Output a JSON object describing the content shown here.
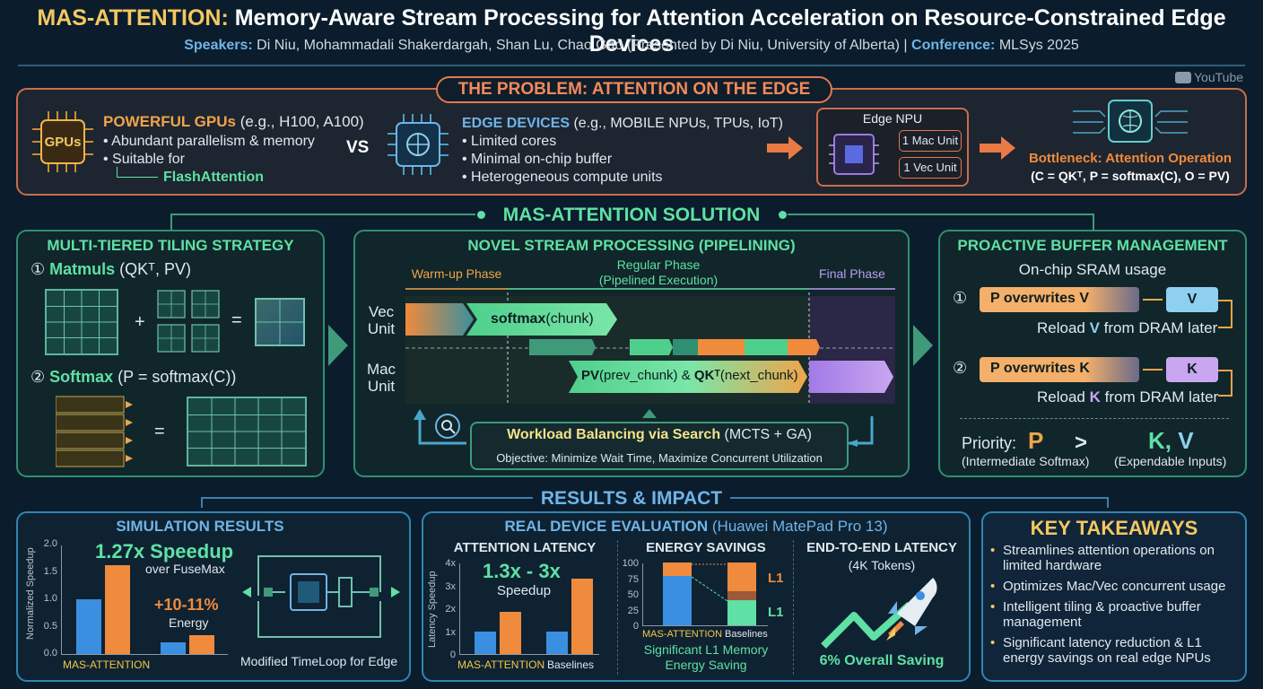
{
  "header": {
    "title_highlight": "MAS-ATTENTION:",
    "title_rest": " Memory-Aware Stream Processing for Attention Acceleration on Resource-Constrained Edge Devices",
    "speakers_label": "Speakers:",
    "speakers": " Di Niu, Mohammadali Shakerdargah, Shan Lu, Chao Gao (Presented by Di Niu, University of Alberta) | ",
    "conference_label": "Conference:",
    "conference": " MLSys 2025",
    "youtube": "YouTube"
  },
  "problem": {
    "title": "THE PROBLEM: ATTENTION ON THE EDGE",
    "gpu_chip": "GPUs",
    "gpu_title": "POWERFUL GPUs",
    "gpu_eg": " (e.g., H100, A100)",
    "gpu_points": [
      "• Abundant parallelism & memory",
      "• Suitable for"
    ],
    "flash": "FlashAttention",
    "vs": "VS",
    "edge_title": "EDGE DEVICES",
    "edge_eg": " (e.g., MOBILE NPUs, TPUs, IoT)",
    "edge_points": [
      "• Limited cores",
      "• Minimal on-chip buffer",
      "• Heterogeneous compute units"
    ],
    "npu_title": "Edge NPU",
    "mac_unit": "1 Mac Unit",
    "vec_unit": "1 Vec Unit",
    "bottleneck": "Bottleneck: Attention Operation",
    "formula": "(C = QKᵀ, P = softmax(C), O = PV)"
  },
  "solution": {
    "title": "MAS-ATTENTION SOLUTION",
    "tiling": {
      "title": "MULTI-TIERED TILING STRATEGY",
      "item1_num": "①",
      "item1": "Matmuls",
      "item1_args": " (QKᵀ, PV)",
      "item2_num": "②",
      "item2": "Softmax",
      "item2_args": " (P = softmax(C))",
      "plus": "+",
      "eq": "="
    },
    "stream": {
      "title": "NOVEL STREAM PROCESSING (PIPELINING)",
      "warmup": "Warm-up Phase",
      "regular": "Regular Phase",
      "regular_sub": "(Pipelined Execution)",
      "final": "Final Phase",
      "vec_unit": [
        "Vec",
        "Unit"
      ],
      "mac_unit": [
        "Mac",
        "Unit"
      ],
      "softmax_bold": "softmax",
      "softmax_rest": "(chunk)",
      "pv_bold": "PV",
      "pv_rest": "(prev_chunk) & ",
      "qk_bold": "QKᵀ",
      "qk_rest": "(next_chunk)",
      "balance_bold": "Workload Balancing via Search",
      "balance_rest": " (MCTS + GA)",
      "objective": "Objective: Minimize Wait Time, Maximize Concurrent Utilization"
    },
    "buffer": {
      "title": "PROACTIVE BUFFER MANAGEMENT",
      "subtitle": "On-chip SRAM usage",
      "n1": "①",
      "p1": "P overwrites V",
      "v": "V",
      "reload1_a": "Reload ",
      "reload1_b": "V",
      "reload1_c": " from DRAM later",
      "n2": "②",
      "p2": "P overwrites K",
      "k": "K",
      "reload2_a": "Reload ",
      "reload2_b": "K",
      "reload2_c": " from DRAM later",
      "priority": "Priority:",
      "p": "P",
      "gt": ">",
      "k_v_k": "K,",
      "k_v_v": " V",
      "p_note": "(Intermediate Softmax)",
      "kv_note": "(Expendable Inputs)"
    }
  },
  "results": {
    "title": "RESULTS & IMPACT",
    "simulation": {
      "title": "SIMULATION RESULTS",
      "speedup": "1.27x Speedup",
      "speedup_sub": "over FuseMax",
      "energy": "+10-11%",
      "energy_sub": "Energy",
      "ylabel": "Normalized Speedup",
      "yticks": [
        "2.0",
        "1.5",
        "1.0",
        "0.5",
        "0.0"
      ],
      "xlabel": "MAS-ATTENTION",
      "timeloop": "Modified TimeLoop for Edge"
    },
    "device": {
      "title": "REAL DEVICE EVALUATION",
      "title_sub": " (Huawei MatePad Pro 13)",
      "latency_title": "ATTENTION LATENCY",
      "latency_big": "1.3x - 3x",
      "latency_sub": "Speedup",
      "latency_ylabel": "Latency Speedup",
      "latency_yticks": [
        "4x",
        "3x",
        "2x",
        "1x",
        "0"
      ],
      "latency_x": [
        "MAS-ATTENTION",
        "Baselines"
      ],
      "energy_title": "ENERGY SAVINGS",
      "energy_yticks": [
        "100",
        "75",
        "50",
        "25",
        "0"
      ],
      "energy_x": [
        "MAS-ATTENTION",
        "Baselines"
      ],
      "l1_top": "L1",
      "l1_bottom": "L1",
      "energy_note": [
        "Significant L1 Memory",
        "Energy Saving"
      ],
      "e2e_title": "END-TO-END LATENCY",
      "e2e_sub": "(4K Tokens)",
      "e2e_saving": "6% Overall Saving"
    },
    "takeaways": {
      "title": "KEY TAKEAWAYS",
      "items": [
        [
          "Streamlines attention operations on",
          "limited hardware"
        ],
        [
          "Optimizes Mac/Vec concurrent usage"
        ],
        [
          "Intelligent tiling & proactive buffer",
          "management"
        ],
        [
          "Significant latency reduction & L1",
          "energy savings on real edge NPUs"
        ]
      ]
    }
  },
  "chart_data": [
    {
      "type": "bar",
      "title": "SIMULATION RESULTS",
      "ylabel": "Normalized Speedup",
      "ylim": [
        0,
        2.0
      ],
      "categories": [
        "Speedup",
        "Energy"
      ],
      "series": [
        {
          "values": [
            1.0,
            0.22
          ],
          "color": "#3b8fe0"
        },
        {
          "values": [
            1.63,
            0.34
          ],
          "color": "#f08a3c"
        }
      ]
    },
    {
      "type": "bar",
      "title": "ATTENTION LATENCY",
      "ylabel": "Latency Speedup",
      "ylim": [
        0,
        4
      ],
      "categories": [
        "MAS-ATTENTION",
        "Baselines"
      ],
      "series": [
        {
          "values": [
            1.0,
            1.0
          ],
          "color": "#3b8fe0"
        },
        {
          "values": [
            1.85,
            3.3
          ],
          "color": "#f08a3c"
        }
      ]
    },
    {
      "type": "bar",
      "title": "ENERGY SAVINGS",
      "ylim": [
        0,
        100
      ],
      "categories": [
        "MAS-ATTENTION",
        "Baselines"
      ],
      "stacks": [
        [
          {
            "value": 78,
            "color": "#3b8fe0"
          },
          {
            "value": 22,
            "color": "#f08a3c"
          }
        ],
        [
          {
            "value": 40,
            "color": "#5fe0a4"
          },
          {
            "value": 15,
            "color": "#9c5a3a"
          },
          {
            "value": 45,
            "color": "#f08a3c"
          }
        ]
      ]
    }
  ],
  "colors": {
    "accent_orange": "#f08a5b",
    "accent_green": "#5fe0a4",
    "accent_blue": "#6fb4e8",
    "gold": "#f3c861"
  }
}
